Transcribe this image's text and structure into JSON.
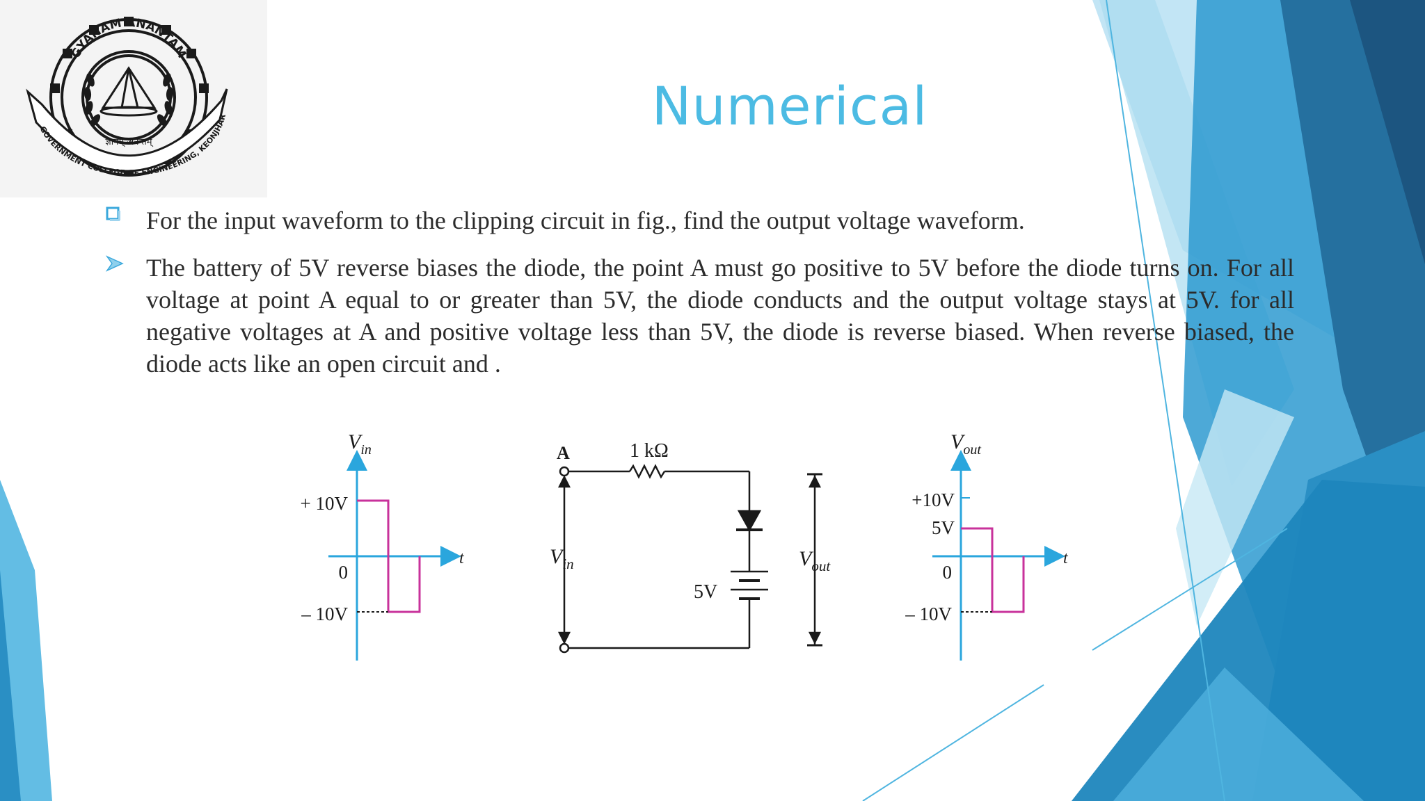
{
  "slide": {
    "title": "Numerical",
    "bullets": [
      {
        "marker": "hollow-square",
        "text": "For the input waveform to the clipping circuit in fig., find the output voltage waveform."
      },
      {
        "marker": "arrow",
        "text": "The battery of 5V reverse biases the diode, the point A must go positive to 5V before the diode turns on. For all voltage at point A equal to or greater than 5V, the diode conducts and the output voltage stays at 5V. for all negative voltages at A and positive voltage less than 5V, the diode is reverse biased. When reverse biased, the diode acts like an open circuit and ."
      }
    ]
  },
  "logo": {
    "top_text": "GYANAM ANANTAM",
    "bottom_text": "GOVERNMENT COLLEGE OF ENGINEERING, KEONJHAR",
    "motto": "ज्ञानम् अनन्तम्"
  },
  "figure": {
    "input_graph": {
      "axis_label": "V",
      "axis_label_sub": "in",
      "time_label": "t",
      "high_label": "+ 10V",
      "zero_label": "0",
      "low_label": "– 10V",
      "waveform_levels_volts": [
        10,
        -10
      ]
    },
    "circuit": {
      "node_label": "A",
      "resistor_label": "1 kΩ",
      "battery_label": "5V",
      "input_label": "V",
      "input_label_sub": "in",
      "output_label": "V",
      "output_label_sub": "out"
    },
    "output_graph": {
      "axis_label": "V",
      "axis_label_sub": "out",
      "time_label": "t",
      "high_label": "+10V",
      "clip_label": "5V",
      "zero_label": "0",
      "low_label": "– 10V",
      "waveform_levels_volts": [
        5,
        -10
      ]
    }
  },
  "colors": {
    "title": "#4cbbe3",
    "axis": "#2aa6dd",
    "waveform": "#c8329b",
    "theme_blue_dark": "#1f5f8c",
    "theme_blue_mid": "#2a8fc4",
    "theme_blue_light": "#6bc2e5"
  }
}
